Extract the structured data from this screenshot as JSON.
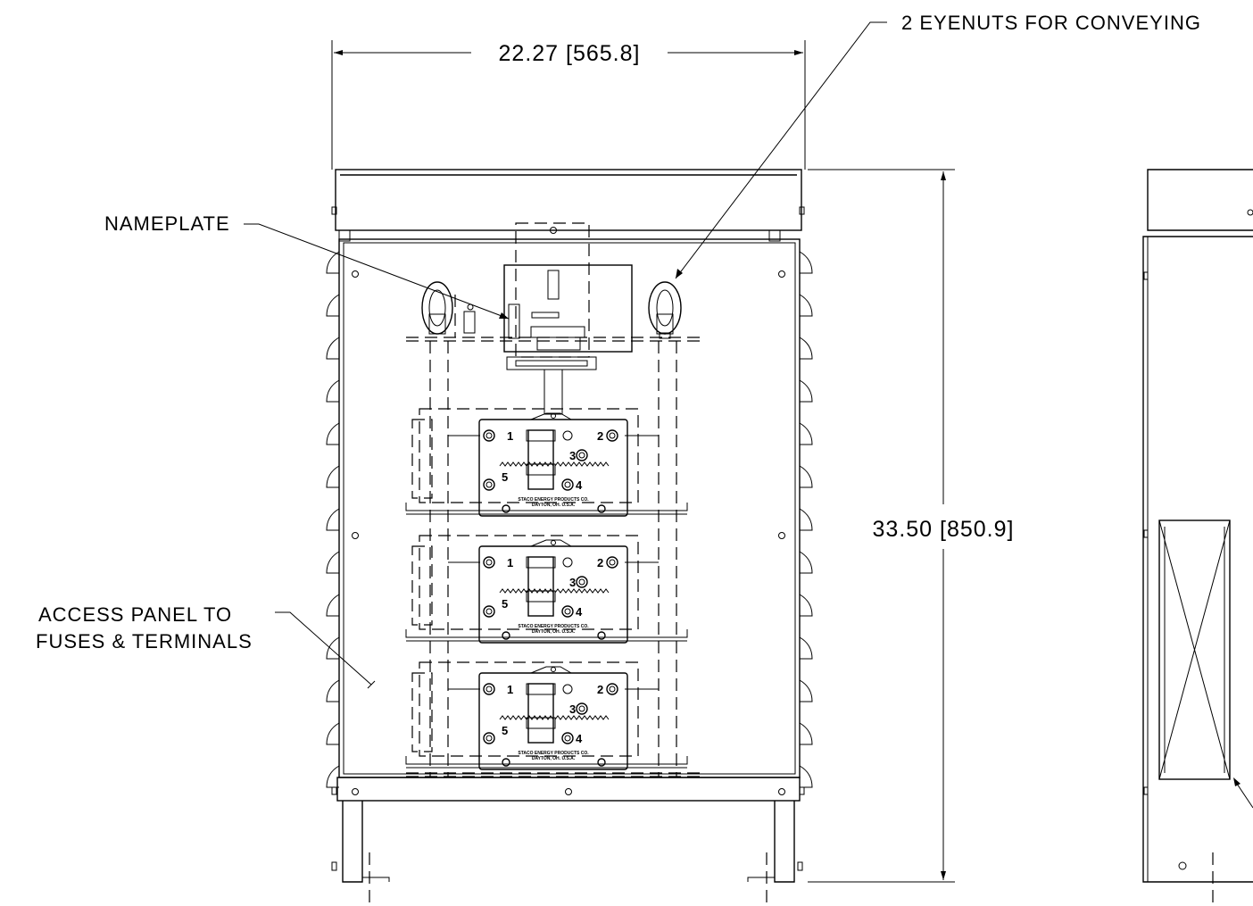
{
  "dimensions": {
    "width": "22.27 [565.8]",
    "height": "33.50 [850.9]"
  },
  "callouts": {
    "eyenuts": "2 EYENUTS FOR CONVEYING",
    "nameplate": "NAMEPLATE",
    "access_line1": "ACCESS PANEL TO",
    "access_line2": "FUSES & TERMINALS"
  },
  "modules": [
    {
      "maker": "STACO ENERGY PRODUCTS CO.",
      "city": "DAYTON, OH. U.S.A.",
      "terminals": [
        "1",
        "2",
        "3",
        "4",
        "5"
      ]
    },
    {
      "maker": "STACO ENERGY PRODUCTS CO.",
      "city": "DAYTON, OH. U.S.A.",
      "terminals": [
        "1",
        "2",
        "3",
        "4",
        "5"
      ]
    },
    {
      "maker": "STACO ENERGY PRODUCTS CO.",
      "city": "DAYTON, OH. U.S.A.",
      "terminals": [
        "1",
        "2",
        "3",
        "4",
        "5"
      ]
    }
  ]
}
